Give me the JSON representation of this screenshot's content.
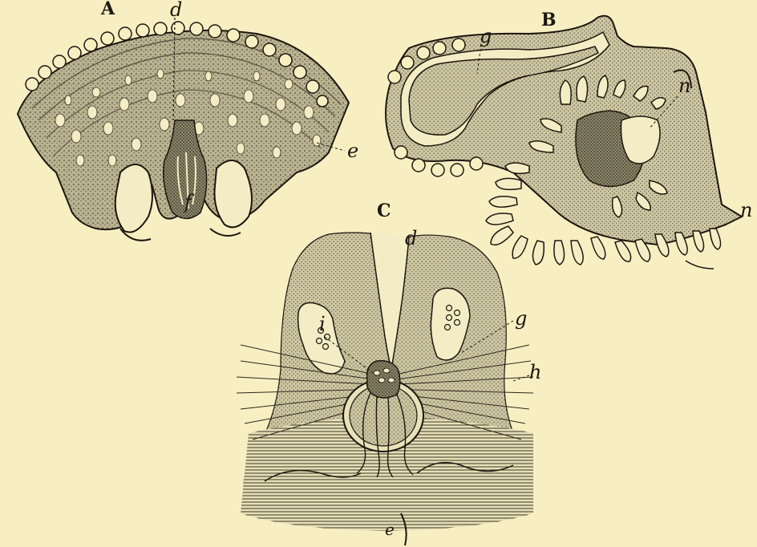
{
  "figure": {
    "panels": [
      {
        "key": "A",
        "label": "A"
      },
      {
        "key": "B",
        "label": "B"
      },
      {
        "key": "C",
        "label": "C"
      }
    ],
    "annotations": {
      "a_d": "d",
      "a_e": "e",
      "a_f": "f",
      "b_g": "g",
      "b_n1": "n",
      "b_n2": "n",
      "c_d": "d",
      "c_g": "g",
      "c_h": "h",
      "c_i": "i",
      "c_e": "e"
    },
    "colors": {
      "paper": "#f7efc2",
      "ink": "#1c160e",
      "dark_shading": "#6e6a55",
      "mid_shading": "#a9a283",
      "light_shading": "#cfc7a2"
    }
  }
}
